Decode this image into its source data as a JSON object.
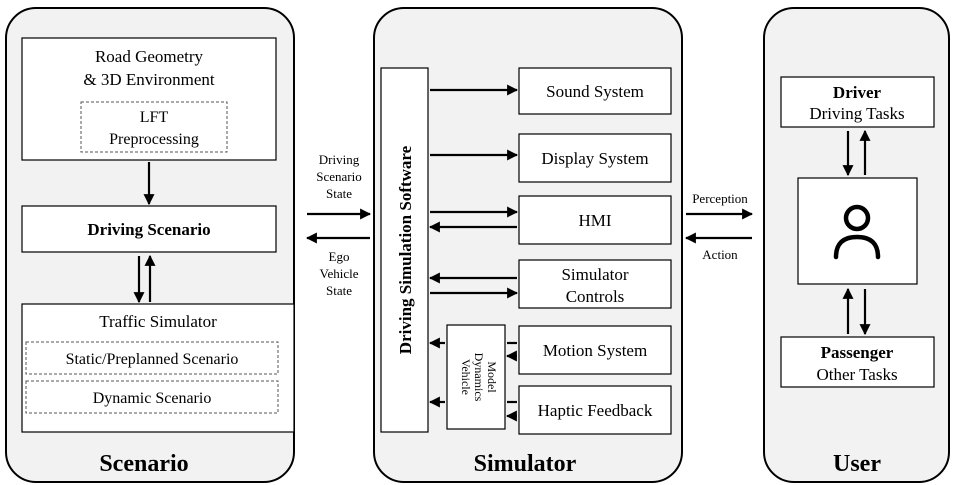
{
  "panels": {
    "scenario": "Scenario",
    "simulator": "Simulator",
    "user": "User"
  },
  "scenario": {
    "road_geometry": [
      "Road Geometry",
      "& 3D Environment"
    ],
    "lft_preprocessing": [
      "LFT",
      "Preprocessing"
    ],
    "driving_scenario": "Driving Scenario",
    "traffic_simulator": "Traffic Simulator",
    "static_scenario": "Static/Preplanned Scenario",
    "dynamic_scenario": "Dynamic Scenario"
  },
  "flows": {
    "driving_scenario_state": [
      "Driving",
      "Scenario",
      "State"
    ],
    "ego_vehicle_state": [
      "Ego",
      "Vehicle",
      "State"
    ],
    "perception": "Perception",
    "action": "Action"
  },
  "simulator": {
    "software": "Driving Simulation Software",
    "vehicle_dynamics": [
      "Vehicle",
      "Dynamics",
      "Model"
    ],
    "subsystems": {
      "sound": "Sound System",
      "display": "Display System",
      "hmi": "HMI",
      "controls": [
        "Simulator",
        "Controls"
      ],
      "motion": "Motion System",
      "haptic": "Haptic Feedback"
    }
  },
  "user": {
    "driver": {
      "title": "Driver",
      "subtitle": "Driving Tasks"
    },
    "passenger": {
      "title": "Passenger",
      "subtitle": "Other Tasks"
    },
    "person_icon": "person-icon"
  }
}
